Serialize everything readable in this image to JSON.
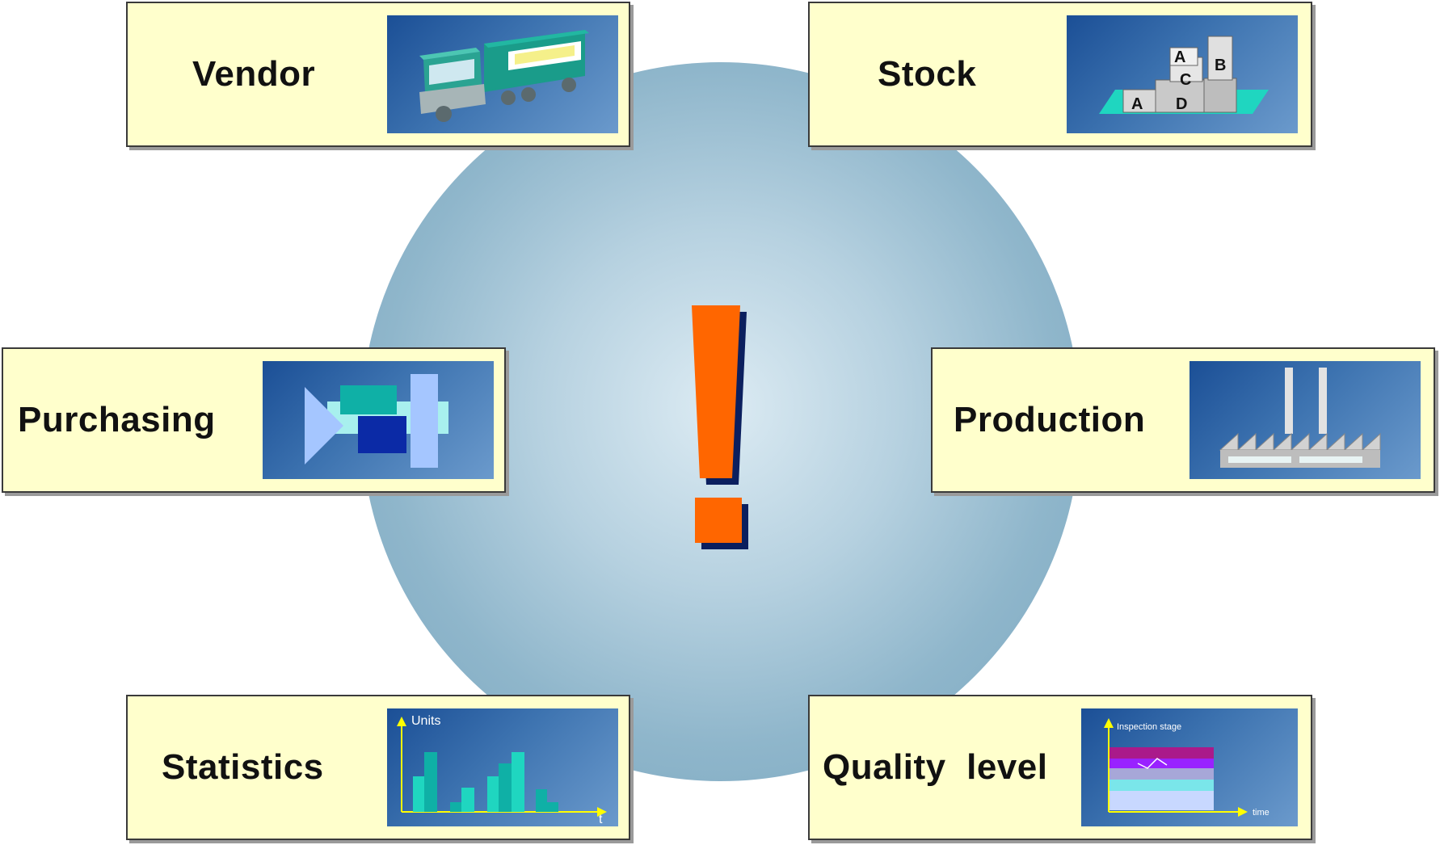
{
  "cards": {
    "vendor": {
      "label": "Vendor"
    },
    "stock": {
      "label": "Stock",
      "boxes": [
        "A",
        "B",
        "C",
        "A",
        "D"
      ]
    },
    "purchasing": {
      "label": "Purchasing"
    },
    "production": {
      "label": "Production"
    },
    "statistics": {
      "label": "Statistics",
      "y_axis": "Units",
      "x_axis": "t"
    },
    "quality": {
      "label": "Quality  level",
      "y_axis": "Inspection stage",
      "x_axis": "time"
    }
  },
  "center_symbol": "!",
  "colors": {
    "card_bg": "#ffffcc",
    "exclamation": "#ff6600",
    "exclamation_shadow": "#0b1f5e",
    "circle": "#8fb6cb"
  }
}
